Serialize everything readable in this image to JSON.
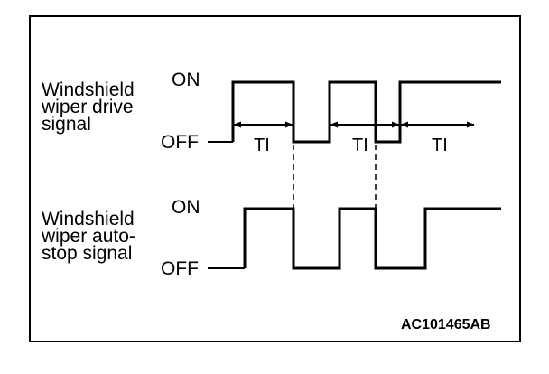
{
  "signals": [
    {
      "name_line1": "Windshield",
      "name_line2": "wiper drive",
      "name_line3": "signal",
      "on_label": "ON",
      "off_label": "OFF"
    },
    {
      "name_line1": "Windshield",
      "name_line2": "wiper auto-",
      "name_line3": "stop signal",
      "on_label": "ON",
      "off_label": "OFF"
    }
  ],
  "intervals": [
    "TI",
    "TI",
    "TI"
  ],
  "figure_code": "AC101465AB",
  "colors": {
    "line": "#000000",
    "background": "#ffffff"
  }
}
